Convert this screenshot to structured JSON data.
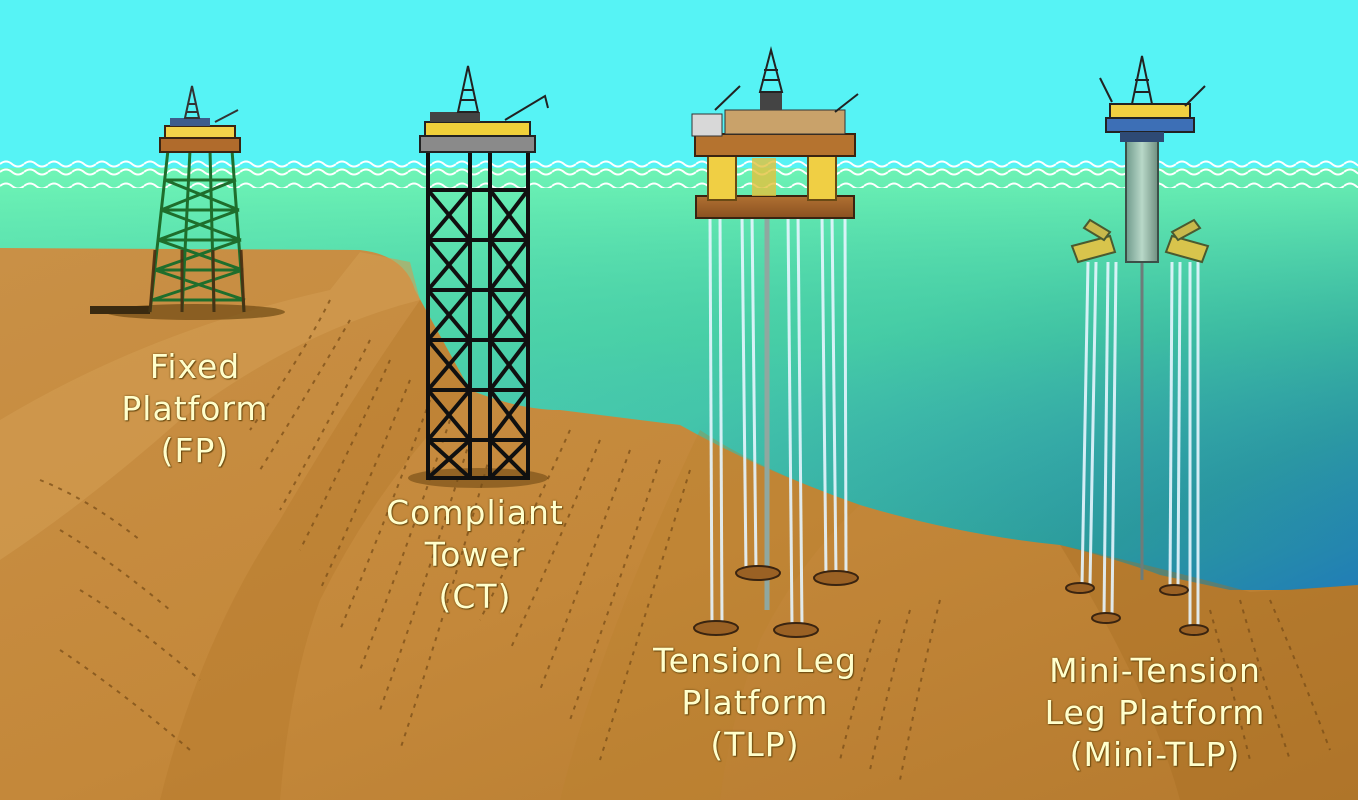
{
  "colors": {
    "sky": "#55f4f6",
    "water_top": "#6df3c0",
    "water_mid": "#2ea39a",
    "water_deep": "#1560d8",
    "seabed": "#c8893a",
    "seabed_dark": "#a36a22",
    "label": "#ffffcc"
  },
  "platforms": [
    {
      "id": "fp",
      "icon": "fixed-platform-icon",
      "label_lines": [
        "Fixed",
        "Platform",
        "(FP)"
      ]
    },
    {
      "id": "ct",
      "icon": "compliant-tower-icon",
      "label_lines": [
        "Compliant",
        "Tower",
        "(CT)"
      ]
    },
    {
      "id": "tlp",
      "icon": "tension-leg-platform-icon",
      "label_lines": [
        "Tension Leg",
        "Platform",
        "(TLP)"
      ]
    },
    {
      "id": "mini-tlp",
      "icon": "mini-tension-leg-platform-icon",
      "label_lines": [
        "Mini-Tension",
        "Leg Platform",
        "(Mini-TLP)"
      ]
    }
  ]
}
